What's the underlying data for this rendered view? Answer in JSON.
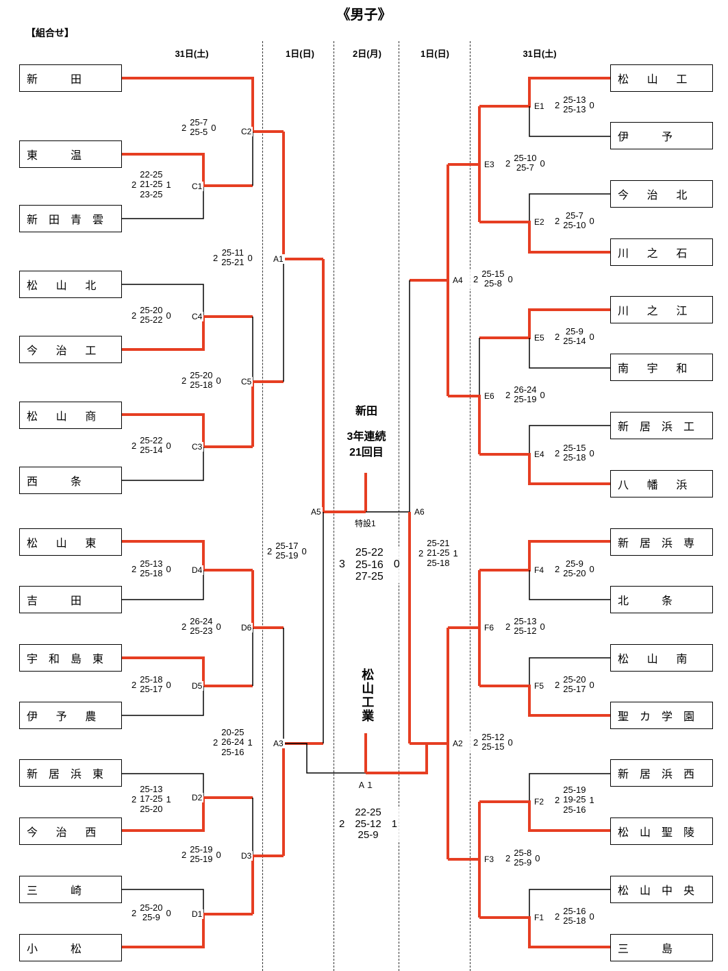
{
  "title": "《男子》",
  "subtitle": "【組合せ】",
  "dates": {
    "sat_31_left": "31日(土)",
    "sun_1_left": "1日(日)",
    "mon_2": "2日(月)",
    "sun_1_right": "1日(日)",
    "sat_31_right": "31日(土)"
  },
  "left_teams": [
    "新田",
    "東温",
    "新田青雲",
    "松山北",
    "今治工",
    "松山商",
    "西条",
    "松山東",
    "吉田",
    "宇和島東",
    "伊予農",
    "新居浜東",
    "今治西",
    "三崎",
    "小松"
  ],
  "right_teams": [
    "松山工",
    "伊予",
    "今治北",
    "川之石",
    "川之江",
    "南宇和",
    "新居浜工",
    "八幡浜",
    "新居浜専",
    "北条",
    "松山南",
    "聖カ学園",
    "新居浜西",
    "松山聖陵",
    "松山中央",
    "三島"
  ],
  "labels": {
    "C1": "C1",
    "C2": "C2",
    "C3": "C3",
    "C4": "C4",
    "C5": "C5",
    "D1": "D1",
    "D2": "D2",
    "D3": "D3",
    "D4": "D4",
    "D5": "D5",
    "D6": "D6",
    "A1": "A1",
    "A2": "A2",
    "A3": "A3",
    "A4": "A4",
    "A5": "A5",
    "A6": "A6",
    "E1": "E1",
    "E2": "E2",
    "E3": "E3",
    "E4": "E4",
    "E5": "E5",
    "E6": "E6",
    "F1": "F1",
    "F2": "F2",
    "F3": "F3",
    "F4": "F4",
    "F5": "F5",
    "F6": "F6",
    "Final": "特設1",
    "Third": "Ａ１"
  },
  "scores": {
    "C2": {
      "w": "2",
      "l": "0",
      "sets": [
        "25-7",
        "25-5"
      ]
    },
    "C1": {
      "w": "2",
      "l": "1",
      "sets": [
        "22-25",
        "21-25",
        "23-25"
      ]
    },
    "A1": {
      "w": "2",
      "l": "0",
      "sets": [
        "25-11",
        "25-21"
      ]
    },
    "C4": {
      "w": "2",
      "l": "0",
      "sets": [
        "25-20",
        "25-22"
      ]
    },
    "C5": {
      "w": "2",
      "l": "0",
      "sets": [
        "25-20",
        "25-18"
      ]
    },
    "C3": {
      "w": "2",
      "l": "0",
      "sets": [
        "25-22",
        "25-14"
      ]
    },
    "A5": {
      "w": "2",
      "l": "0",
      "sets": [
        "25-17",
        "25-19"
      ]
    },
    "D4": {
      "w": "2",
      "l": "0",
      "sets": [
        "25-13",
        "25-18"
      ]
    },
    "D6": {
      "w": "2",
      "l": "0",
      "sets": [
        "26-24",
        "25-23"
      ]
    },
    "D5": {
      "w": "2",
      "l": "0",
      "sets": [
        "25-18",
        "25-17"
      ]
    },
    "A3": {
      "w": "2",
      "l": "1",
      "sets": [
        "20-25",
        "26-24",
        "25-16"
      ]
    },
    "D2": {
      "w": "2",
      "l": "1",
      "sets": [
        "25-13",
        "17-25",
        "25-20"
      ]
    },
    "D3": {
      "w": "2",
      "l": "0",
      "sets": [
        "25-19",
        "25-19"
      ]
    },
    "D1": {
      "w": "2",
      "l": "0",
      "sets": [
        "25-20",
        "25-9"
      ]
    },
    "E1": {
      "w": "2",
      "l": "0",
      "sets": [
        "25-13",
        "25-13"
      ]
    },
    "E3": {
      "w": "2",
      "l": "0",
      "sets": [
        "25-10",
        "25-7"
      ]
    },
    "E2": {
      "w": "2",
      "l": "0",
      "sets": [
        "25-7",
        "25-10"
      ]
    },
    "A4": {
      "w": "2",
      "l": "0",
      "sets": [
        "25-15",
        "25-8"
      ]
    },
    "E5": {
      "w": "2",
      "l": "0",
      "sets": [
        "25-9",
        "25-14"
      ]
    },
    "E6": {
      "w": "2",
      "l": "0",
      "sets": [
        "26-24",
        "25-19"
      ]
    },
    "E4": {
      "w": "2",
      "l": "0",
      "sets": [
        "25-15",
        "25-18"
      ]
    },
    "A6": {
      "w": "2",
      "l": "1",
      "sets": [
        "25-21",
        "21-25",
        "25-18"
      ]
    },
    "F4": {
      "w": "2",
      "l": "0",
      "sets": [
        "25-9",
        "25-20"
      ]
    },
    "F6": {
      "w": "2",
      "l": "0",
      "sets": [
        "25-13",
        "25-12"
      ]
    },
    "F5": {
      "w": "2",
      "l": "0",
      "sets": [
        "25-20",
        "25-17"
      ]
    },
    "A2": {
      "w": "2",
      "l": "0",
      "sets": [
        "25-12",
        "25-15"
      ]
    },
    "F2": {
      "w": "2",
      "l": "1",
      "sets": [
        "25-19",
        "19-25",
        "25-16"
      ]
    },
    "F3": {
      "w": "2",
      "l": "0",
      "sets": [
        "25-8",
        "25-9"
      ]
    },
    "F1": {
      "w": "2",
      "l": "0",
      "sets": [
        "25-16",
        "25-18"
      ]
    },
    "Final": {
      "w": "3",
      "l": "0",
      "sets": [
        "25-22",
        "25-16",
        "27-25"
      ]
    },
    "Third": {
      "w": "2",
      "l": "1",
      "sets": [
        "22-25",
        "25-12",
        "25-9"
      ]
    }
  },
  "winner": {
    "name": "新田",
    "stat1": "3年連続",
    "stat2": "21回目"
  },
  "runner_up": "松山工業"
}
